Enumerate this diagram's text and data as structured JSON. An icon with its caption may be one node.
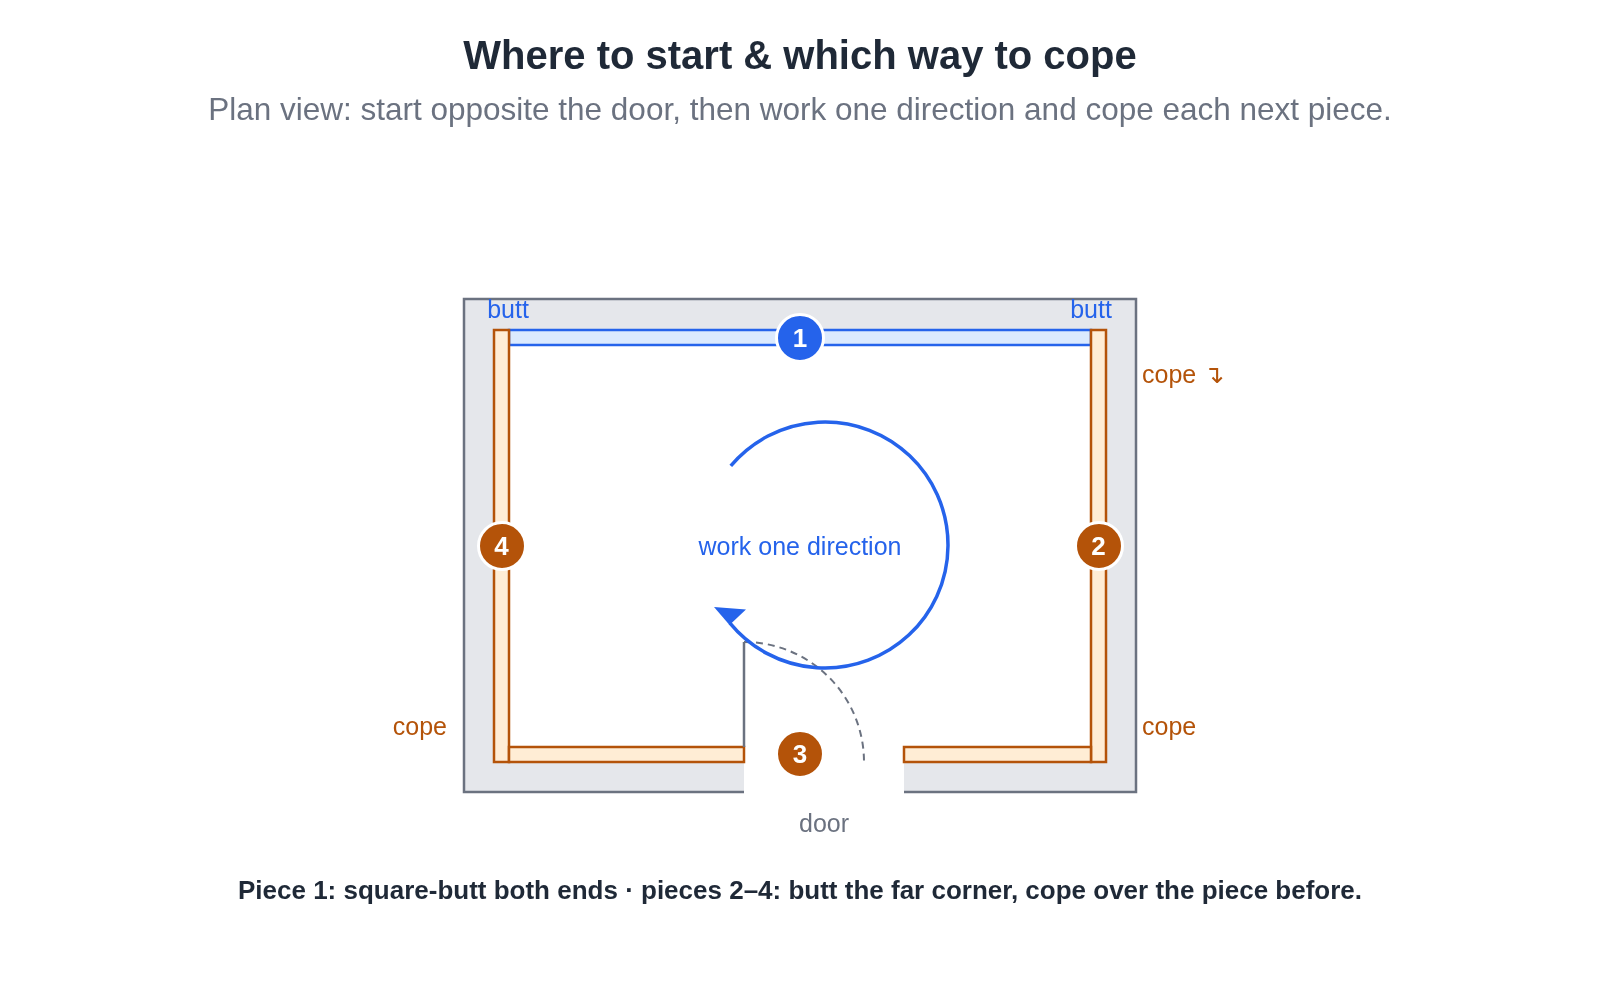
{
  "diagram": {
    "title": "Where to start & which way to cope",
    "caption": "Piece 1: square-butt both ends · pieces 2–4: butt the far corner, cope over the piece before.",
    "nodes": [
      {
        "text": [
          "1"
        ]
      },
      {
        "text": [
          "4"
        ]
      },
      {
        "text": [
          "2"
        ]
      },
      {
        "text": [
          "3"
        ]
      }
    ],
    "labels": [
      "Plan view: start opposite the door, then work one direction and cope each next piece.",
      "butt",
      "butt",
      "cope ↴",
      "work one direction",
      "cope",
      "cope",
      "door"
    ]
  }
}
